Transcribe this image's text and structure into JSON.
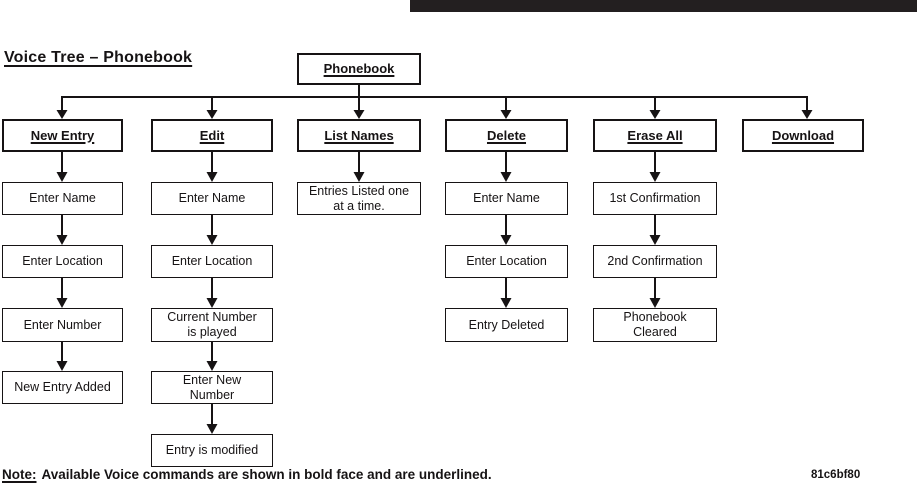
{
  "title": "Voice Tree – Phonebook",
  "root_label": "Phonebook",
  "columns": [
    {
      "header": "New Entry",
      "children": [
        "Enter Name",
        "Enter Location",
        "Enter Number",
        "New Entry Added"
      ]
    },
    {
      "header": "Edit",
      "children": [
        "Enter Name",
        "Enter Location",
        "Current Number\nis played",
        "Enter New\nNumber",
        "Entry is modified"
      ]
    },
    {
      "header": "List Names",
      "children": [
        "Entries Listed one\nat a time."
      ]
    },
    {
      "header": "Delete",
      "children": [
        "Enter Name",
        "Enter Location",
        "Entry Deleted"
      ]
    },
    {
      "header": "Erase All",
      "children": [
        "1st Confirmation",
        "2nd Confirmation",
        "Phonebook\nCleared"
      ]
    },
    {
      "header": "Download",
      "children": []
    }
  ],
  "note": {
    "prefix": "Note:",
    "text": "Available Voice commands are shown in bold face and are underlined."
  },
  "figure_code": "81c6bf80",
  "colors": {
    "top_bar": "#231f20",
    "line": "#161314",
    "background": "#ffffff"
  }
}
